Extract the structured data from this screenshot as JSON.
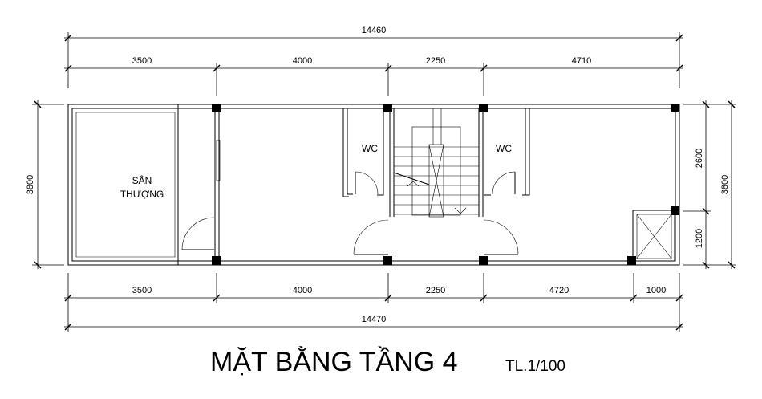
{
  "drawing": {
    "title": "MẶT BẰNG TẦNG 4",
    "scale": "TL.1/100"
  },
  "rooms": {
    "terrace_line1": "SÂN",
    "terrace_line2": "THƯỢNG",
    "wc_left": "WC",
    "wc_right": "WC"
  },
  "dimensions": {
    "top_total": "14460",
    "top_segments": [
      "3500",
      "4000",
      "2250",
      "4710"
    ],
    "bottom_segments": [
      "3500",
      "4000",
      "2250",
      "4720",
      "1000"
    ],
    "bottom_total": "14470",
    "left_total": "3800",
    "right_segments": [
      "2600",
      "1200"
    ],
    "right_total": "3800"
  }
}
